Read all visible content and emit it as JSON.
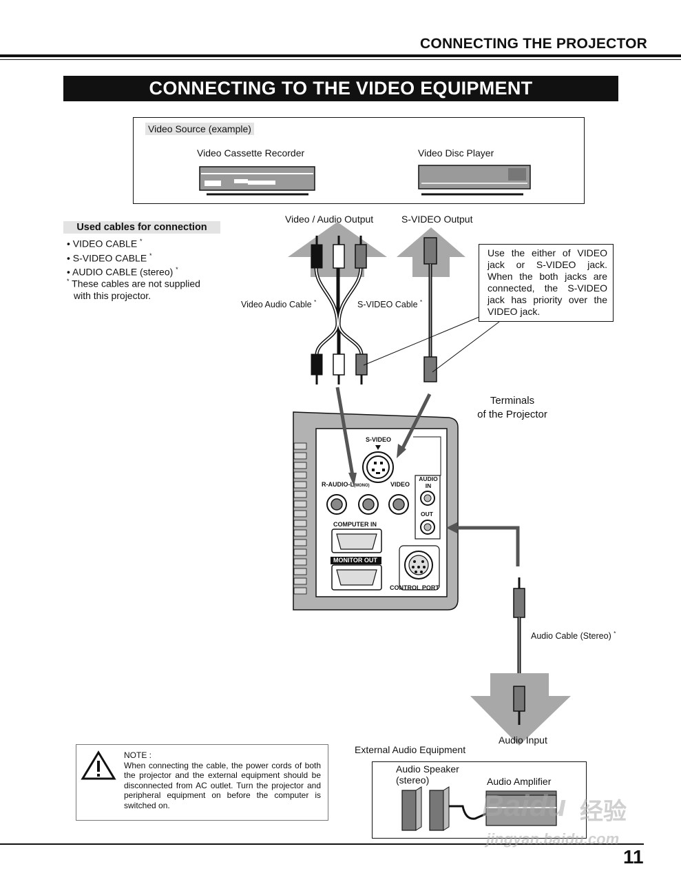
{
  "header": {
    "section_title": "CONNECTING THE PROJECTOR"
  },
  "main_title": "CONNECTING TO THE VIDEO EQUIPMENT",
  "video_source": {
    "label": "Video Source (example)",
    "vcr": "Video Cassette Recorder",
    "disc": "Video Disc Player"
  },
  "outputs": {
    "va": "Video / Audio Output",
    "svideo": "S-VIDEO Output"
  },
  "cables": {
    "heading": "Used cables for connection",
    "items": [
      "• VIDEO CABLE",
      "• S-VIDEO CABLE",
      "• AUDIO CABLE (stereo)"
    ],
    "asterisk": "*",
    "footnote_line1": "These cables are not supplied",
    "footnote_line2": "with this projector."
  },
  "cable_labels": {
    "video_audio": "Video Audio Cable",
    "svideo": "S-VIDEO Cable",
    "audio_stereo": "Audio Cable (Stereo)"
  },
  "info_text": "Use the either of VIDEO jack or S-VIDEO jack. When the both jacks are connected, the S-VIDEO jack has priority over the VIDEO jack.",
  "terminals": {
    "line1": "Terminals",
    "line2": "of the Projector"
  },
  "panel": {
    "svideo": "S-VIDEO",
    "r_audio_l": "R-AUDIO-L",
    "mono": "(MONO)",
    "video": "VIDEO",
    "audio": "AUDIO",
    "in": "IN",
    "out": "OUT",
    "computer_in": "COMPUTER IN",
    "monitor_out": "MONITOR OUT",
    "control_port": "CONTROL PORT"
  },
  "audio_input": "Audio Input",
  "external": {
    "title": "External Audio Equipment",
    "speaker_line1": "Audio Speaker",
    "speaker_line2": "(stereo)",
    "amplifier": "Audio Amplifier"
  },
  "note": {
    "title": "NOTE  :",
    "body": "When connecting the cable, the power cords of both the projector and the external equipment should be disconnected from AC outlet.  Turn the projector and peripheral equipment on before the computer is switched on."
  },
  "page_number": "11",
  "watermark": {
    "brand": "Bai",
    "brand2": "du",
    "cn": "经验",
    "url": "jingyan.baidu.com"
  }
}
